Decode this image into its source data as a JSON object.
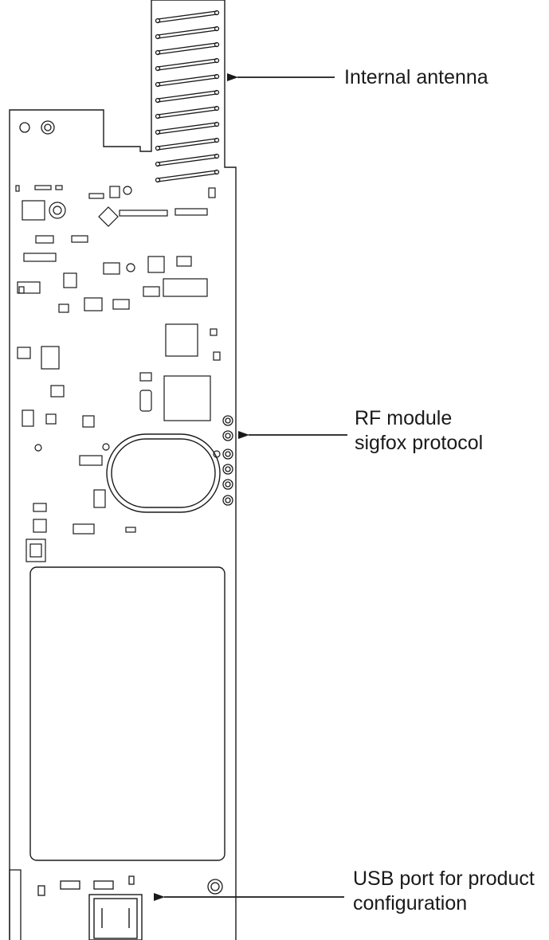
{
  "callouts": {
    "antenna": {
      "text": "Internal antenna"
    },
    "rf_module": {
      "line1": "RF module",
      "line2": "sigfox protocol"
    },
    "usb_port": {
      "line1": "USB port for product",
      "line2": "configuration"
    }
  },
  "colors": {
    "line": "#1a1a1a",
    "background": "#ffffff"
  }
}
